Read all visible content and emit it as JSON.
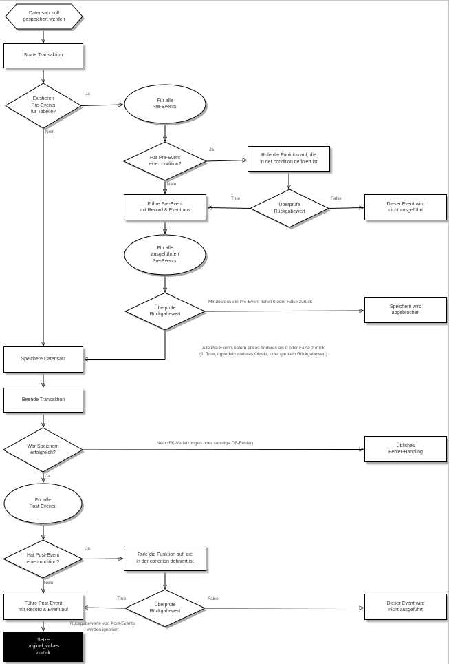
{
  "diagram": {
    "type": "flowchart",
    "language": "de",
    "colors": {
      "background": "#ffffff",
      "shape_fill": "#ffffff",
      "shape_stroke": "#000000",
      "connector": "#000000",
      "shadow": "#ababab",
      "final_node_fill": "#000000",
      "final_node_text": "#ffffff",
      "node_text": "#333333",
      "edge_text": "#555555"
    }
  },
  "nodes": {
    "start": "Datensatz soll\ngespeichert werden",
    "start_transaction": "Starte Transaktion",
    "pre_events_exist": "Existieren\nPre-Events\nfür Tabelle?",
    "foreach_pre_event": "Für alle\nPre-Events:",
    "pre_event_has_condition": "Hat Pre-Event\neine condition?",
    "call_pre_condition_function": "Rufe die Funktion auf, die\nin der condition definiert ist",
    "check_pre_condition_return": "Überprüfe\nRückgabewert",
    "pre_event_not_executed": "Dieser Event wird\nnicht ausgeführt",
    "execute_pre_event": "Führe Pre-Event\nmit Record & Event aus",
    "foreach_executed_pre_event": "Für alle\nausgeführten\nPre-Events:",
    "check_pre_event_return": "Überprüfe\nRückgabewert",
    "save_aborted": "Speichern wird\nabgebrochen",
    "save_record": "Speichere Datensatz",
    "end_transaction": "Beende Transaktion",
    "save_successful": "War Speichern\nerfolgreich?",
    "error_handling": "Übliches\nFehler-Handling",
    "foreach_post_event": "Für alle\nPost-Events:",
    "post_event_has_condition": "Hat Post-Event\neine condition?",
    "call_post_condition_function": "Rufe die Funktion auf, die\nin der condition definiert ist",
    "check_post_condition_return": "Überprüfe\nRückgabewert",
    "post_event_not_executed": "Dieser Event wird\nnicht ausgeführt",
    "execute_post_event": "Führe Post-Event\nmit Record & Event auf",
    "reset_original_values": "Setze\noriginal_values\nzurück"
  },
  "edges": {
    "pre_exist_yes": "Ja",
    "pre_exist_no": "Nein",
    "pre_condition_yes": "Ja",
    "pre_condition_no": "Nein",
    "pre_condition_true": "True",
    "pre_condition_false": "False",
    "min_one_pre_false": "Mindestens ein Pre-Event liefert 0 oder False zurück",
    "all_pre_ok": "Alle Pre-Events liefern etwas Anderes als 0 oder False zurück\n(1, True, irgendein anderes Objekt, oder gar kein Rückgabewert)",
    "save_failed": "Nein (FK-Verletzungen oder sonstige DB-Fehler)",
    "save_ok": "Ja",
    "post_condition_yes": "Ja",
    "post_condition_no": "Nein",
    "post_condition_true": "True",
    "post_condition_false": "False",
    "post_return_ignored": "Rückgabewerte von Post-Events\nwerden ignoriert"
  }
}
